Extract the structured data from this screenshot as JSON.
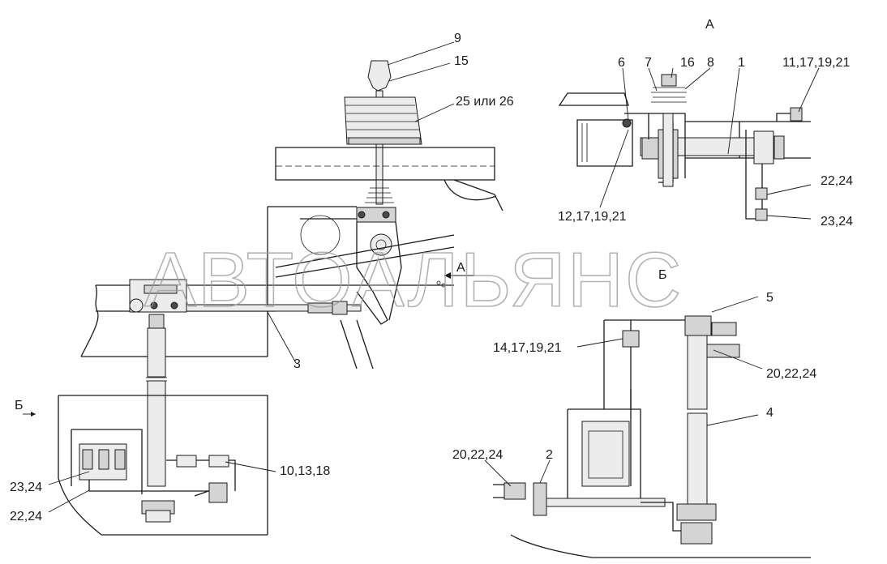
{
  "watermark": "АВТОАЛЬЯНС",
  "view_labels": {
    "view_a_title": "А",
    "view_b_title": "Б",
    "arrow_a": "А",
    "arrow_b_left": "Б",
    "arrow_b_center": "Б"
  },
  "callouts": {
    "c9": "9",
    "c15": "15",
    "c25": "25 или 26",
    "c3": "3",
    "c23_24_left": "23,24",
    "c22_24_left": "22,24",
    "c10_13_18": "10,13,18",
    "c6": "6",
    "c7": "7",
    "c16": "16",
    "c8": "8",
    "c1": "1",
    "c11_17_19_21": "11,17,19,21",
    "c12_17_19_21": "12,17,19,21",
    "c22_24_right": "22,24",
    "c23_24_right": "23,24",
    "c5": "5",
    "c14_17_19_21": "14,17,19,21",
    "c20_22_24_right": "20,22,24",
    "c4": "4",
    "c20_22_24_bottom": "20,22,24",
    "c2": "2"
  }
}
